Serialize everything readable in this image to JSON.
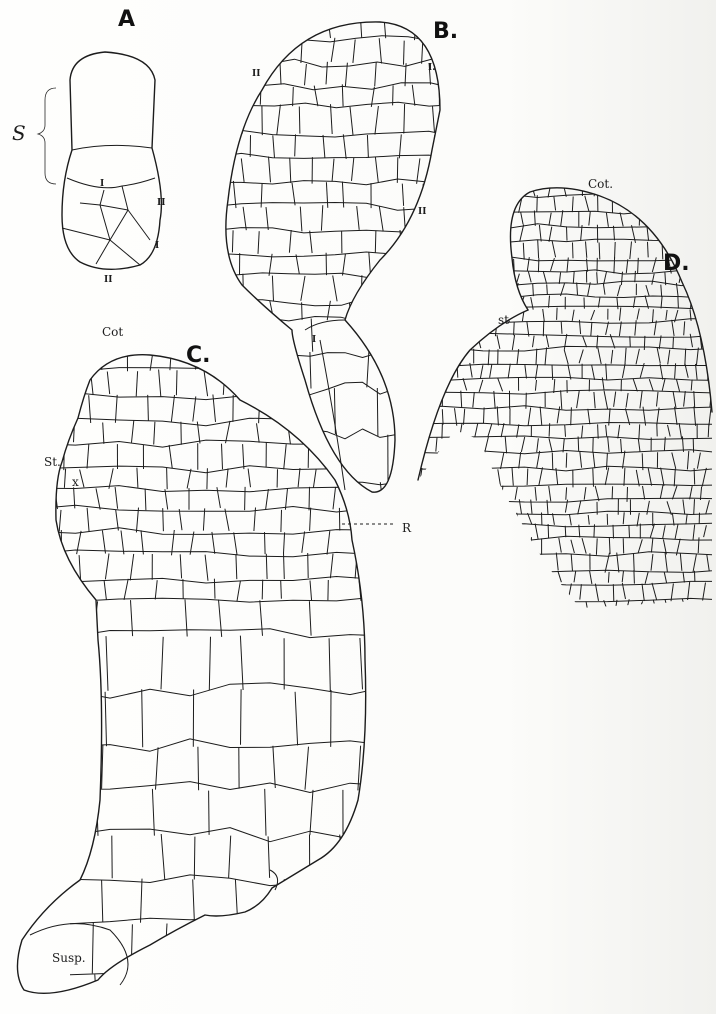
{
  "figures": {
    "A": {
      "letter": "A",
      "labels": {
        "s": "S",
        "i_center": "I",
        "ii_right": "II",
        "i_right": "I",
        "ii_bottom": "II"
      }
    },
    "B": {
      "letter": "B.",
      "labels": {
        "ii_left": "II",
        "i_top": "I.",
        "ii_right": "II",
        "i_stalk": "I"
      }
    },
    "C": {
      "letter": "C.",
      "labels": {
        "cot": "Cot",
        "st": "St.",
        "x": "x",
        "r": "R",
        "susp": "Susp."
      }
    },
    "D": {
      "letter": "D.",
      "labels": {
        "cot": "Cot.",
        "st": "st"
      }
    }
  },
  "colors": {
    "ink": "#1c1c1c",
    "paper": "#fdfdfb"
  }
}
